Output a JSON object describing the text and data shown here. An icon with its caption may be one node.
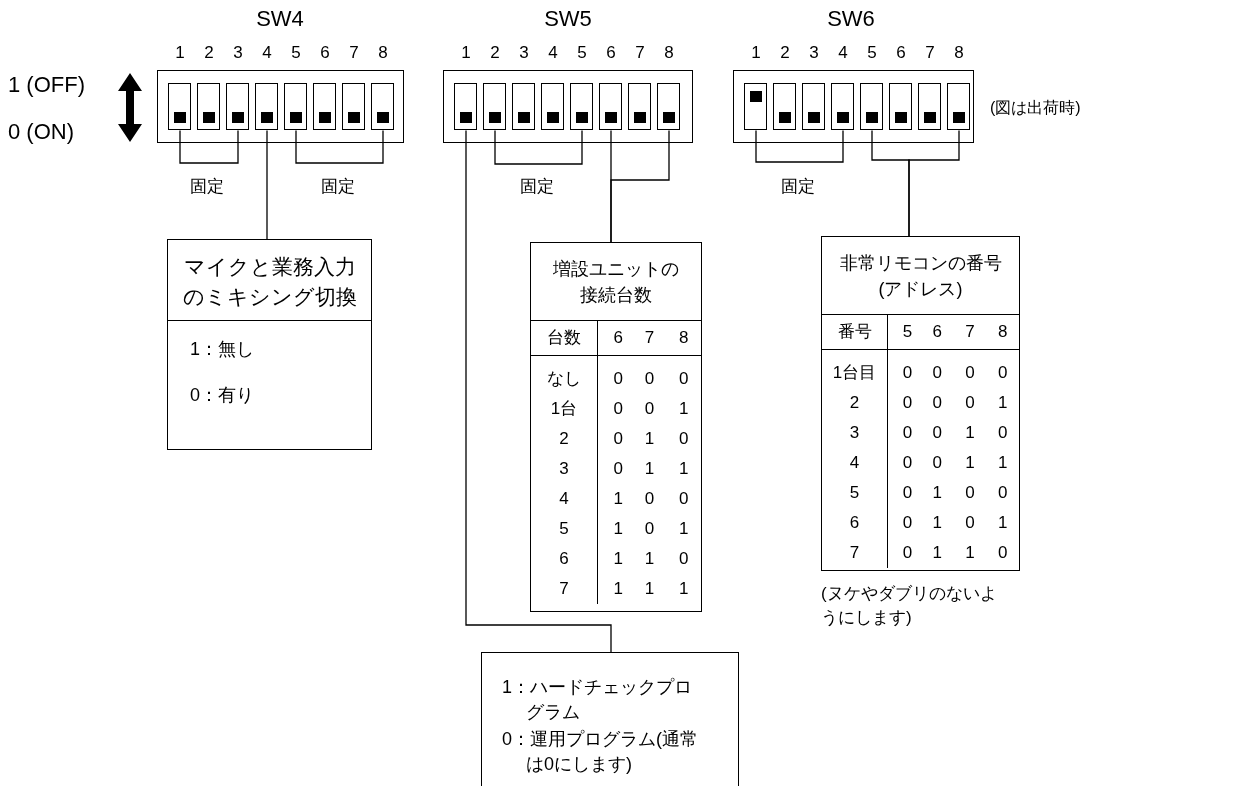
{
  "diagram": {
    "nodes": [
      {
        "text": [],
        "shape": "box"
      },
      {
        "text": [],
        "shape": "box",
        "in": 0
      },
      {
        "text": [],
        "shape": "box",
        "in": 0
      },
      {
        "text": [],
        "shape": "box",
        "in": 0
      },
      {
        "text": [],
        "shape": "box",
        "in": 0
      },
      {
        "text": [],
        "shape": "box",
        "in": 0
      },
      {
        "text": [],
        "shape": "box",
        "in": 0
      },
      {
        "text": [],
        "shape": "box",
        "in": 0
      },
      {
        "text": [],
        "shape": "box",
        "in": 0
      },
      {
        "text": [],
        "shape": "box"
      },
      {
        "text": [],
        "shape": "box",
        "in": 9
      },
      {
        "text": [],
        "shape": "box",
        "in": 9
      },
      {
        "text": [],
        "shape": "box",
        "in": 9
      },
      {
        "text": [],
        "shape": "box",
        "in": 9
      },
      {
        "text": [],
        "shape": "box",
        "in": 9
      },
      {
        "text": [],
        "shape": "box",
        "in": 9
      },
      {
        "text": [],
        "shape": "box",
        "in": 9
      },
      {
        "text": [],
        "shape": "box",
        "in": 9
      },
      {
        "text": [],
        "shape": "box"
      },
      {
        "text": [],
        "shape": "box",
        "in": 18
      },
      {
        "text": [],
        "shape": "box",
        "in": 18
      },
      {
        "text": [],
        "shape": "box",
        "in": 18
      },
      {
        "text": [],
        "shape": "box",
        "in": 18
      },
      {
        "text": [],
        "shape": "box",
        "in": 18
      },
      {
        "text": [],
        "shape": "box",
        "in": 18
      },
      {
        "text": [],
        "shape": "box",
        "in": 18
      },
      {
        "text": [],
        "shape": "box",
        "in": 18
      },
      {
        "text": [
          "マイクと業務入力のミキシング切換",
          "1：無し",
          "0：有り"
        ]
      },
      {
        "text": [
          "増設ユニットの接続台数",
          "台数",
          "6",
          "7",
          "8",
          "なし",
          "0",
          "0",
          "0",
          "1台",
          "0",
          "0",
          "1",
          "2",
          "0",
          "1",
          "0",
          "3",
          "0",
          "1",
          "1",
          "4",
          "1",
          "0",
          "0",
          "5",
          "1",
          "0",
          "1",
          "6",
          "1",
          "1",
          "0",
          "7",
          "1",
          "1",
          "1"
        ]
      },
      {
        "text": [
          "非常リモコンの番号 (アドレス)",
          "番号",
          "5",
          "6",
          "7",
          "8",
          "1台目",
          "0",
          "0",
          "0",
          "0",
          "2",
          "0",
          "0",
          "0",
          "1",
          "3",
          "0",
          "0",
          "1",
          "0",
          "4",
          "0",
          "0",
          "1",
          "1",
          "5",
          "0",
          "1",
          "0",
          "0",
          "6",
          "0",
          "1",
          "0",
          "1",
          "7",
          "0",
          "1",
          "1",
          "0"
        ],
        "beside": [
          "(ヌケやダブリのないようにします)"
        ]
      },
      {
        "text": [
          "1：ハードチェックプログラム",
          "0：運用プログラム(通常は0にします)"
        ]
      }
    ],
    "edges": [
      {
        "from": 4,
        "to": 27,
        "arrow": "none"
      },
      {
        "from": 10,
        "to": 30,
        "arrow": "none"
      },
      {
        "from": 15,
        "to": 28,
        "arrow": "none"
      },
      {
        "from": 17,
        "to": 28,
        "arrow": "none"
      },
      {
        "from": 23,
        "to": 29,
        "arrow": "none"
      },
      {
        "from": 26,
        "to": 29,
        "arrow": "none"
      },
      {
        "from": 1,
        "to": 3,
        "arrow": "none"
      },
      {
        "from": 5,
        "to": 8,
        "arrow": "none"
      },
      {
        "from": 11,
        "to": 14,
        "arrow": "none"
      },
      {
        "from": 19,
        "to": 22,
        "arrow": "none"
      }
    ],
    "labels": [
      "SW4",
      "SW5",
      "SW6",
      "1",
      "2",
      "3",
      "4",
      "5",
      "6",
      "7",
      "8",
      "1",
      "2",
      "3",
      "4",
      "5",
      "6",
      "7",
      "8",
      "1",
      "2",
      "3",
      "4",
      "5",
      "6",
      "7",
      "8",
      "1 (OFF)",
      "(図は出荷時)",
      "0 (ON)",
      "固定",
      "固定",
      "固定",
      "固定"
    ]
  }
}
